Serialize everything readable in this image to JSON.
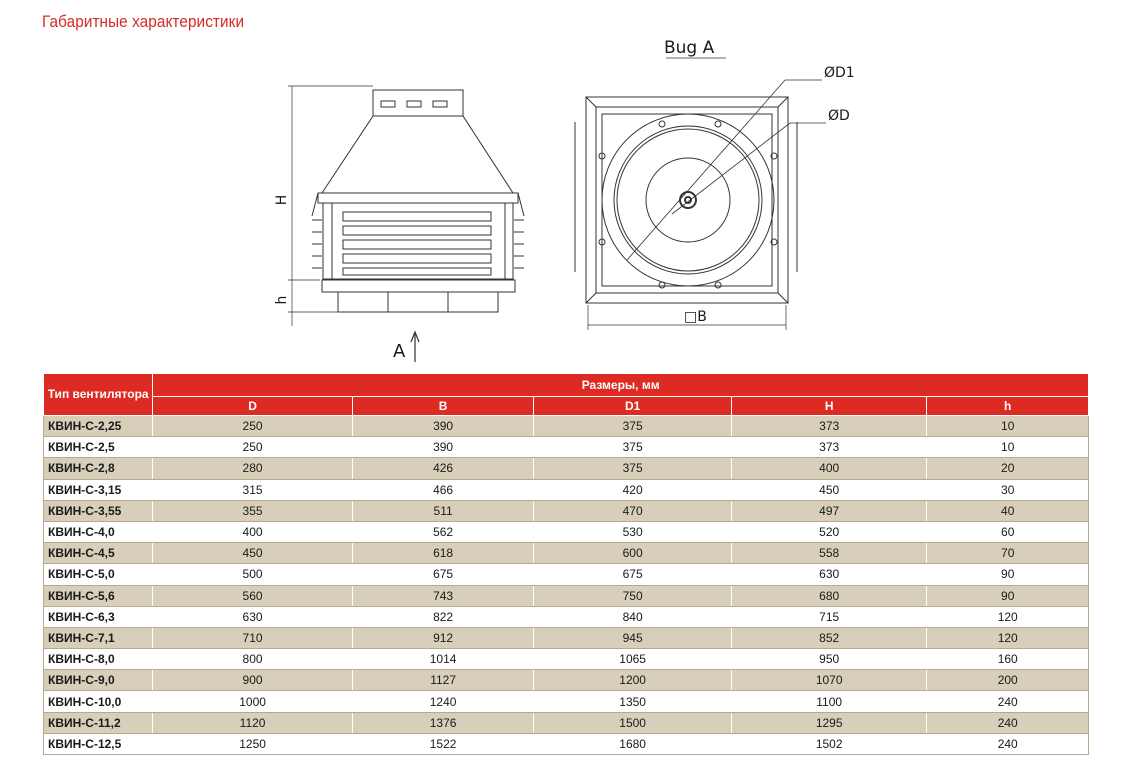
{
  "title": "Габаритные характеристики",
  "drawing": {
    "view_label": "Bug A",
    "label_d1": "ØD1",
    "label_d": "ØD",
    "label_b": "□B",
    "label_h_upper": "H",
    "label_h_lower": "h",
    "label_a": "A"
  },
  "table": {
    "type_header": "Тип вентилятора",
    "dims_header": "Размеры, мм",
    "columns": [
      "D",
      "B",
      "D1",
      "H",
      "h"
    ],
    "rows": [
      {
        "model": "КВИН-С-2,25",
        "D": "250",
        "B": "390",
        "D1": "375",
        "H": "373",
        "h": "10"
      },
      {
        "model": "КВИН-С-2,5",
        "D": "250",
        "B": "390",
        "D1": "375",
        "H": "373",
        "h": "10"
      },
      {
        "model": "КВИН-С-2,8",
        "D": "280",
        "B": "426",
        "D1": "375",
        "H": "400",
        "h": "20"
      },
      {
        "model": "КВИН-С-3,15",
        "D": "315",
        "B": "466",
        "D1": "420",
        "H": "450",
        "h": "30"
      },
      {
        "model": "КВИН-С-3,55",
        "D": "355",
        "B": "511",
        "D1": "470",
        "H": "497",
        "h": "40"
      },
      {
        "model": "КВИН-С-4,0",
        "D": "400",
        "B": "562",
        "D1": "530",
        "H": "520",
        "h": "60"
      },
      {
        "model": "КВИН-С-4,5",
        "D": "450",
        "B": "618",
        "D1": "600",
        "H": "558",
        "h": "70"
      },
      {
        "model": "КВИН-С-5,0",
        "D": "500",
        "B": "675",
        "D1": "675",
        "H": "630",
        "h": "90"
      },
      {
        "model": "КВИН-С-5,6",
        "D": "560",
        "B": "743",
        "D1": "750",
        "H": "680",
        "h": "90"
      },
      {
        "model": "КВИН-С-6,3",
        "D": "630",
        "B": "822",
        "D1": "840",
        "H": "715",
        "h": "120"
      },
      {
        "model": "КВИН-С-7,1",
        "D": "710",
        "B": "912",
        "D1": "945",
        "H": "852",
        "h": "120"
      },
      {
        "model": "КВИН-С-8,0",
        "D": "800",
        "B": "1014",
        "D1": "1065",
        "H": "950",
        "h": "160"
      },
      {
        "model": "КВИН-С-9,0",
        "D": "900",
        "B": "1127",
        "D1": "1200",
        "H": "1070",
        "h": "200"
      },
      {
        "model": "КВИН-С-10,0",
        "D": "1000",
        "B": "1240",
        "D1": "1350",
        "H": "1100",
        "h": "240"
      },
      {
        "model": "КВИН-С-11,2",
        "D": "1120",
        "B": "1376",
        "D1": "1500",
        "H": "1295",
        "h": "240"
      },
      {
        "model": "КВИН-С-12,5",
        "D": "1250",
        "B": "1522",
        "D1": "1680",
        "H": "1502",
        "h": "240"
      }
    ]
  }
}
